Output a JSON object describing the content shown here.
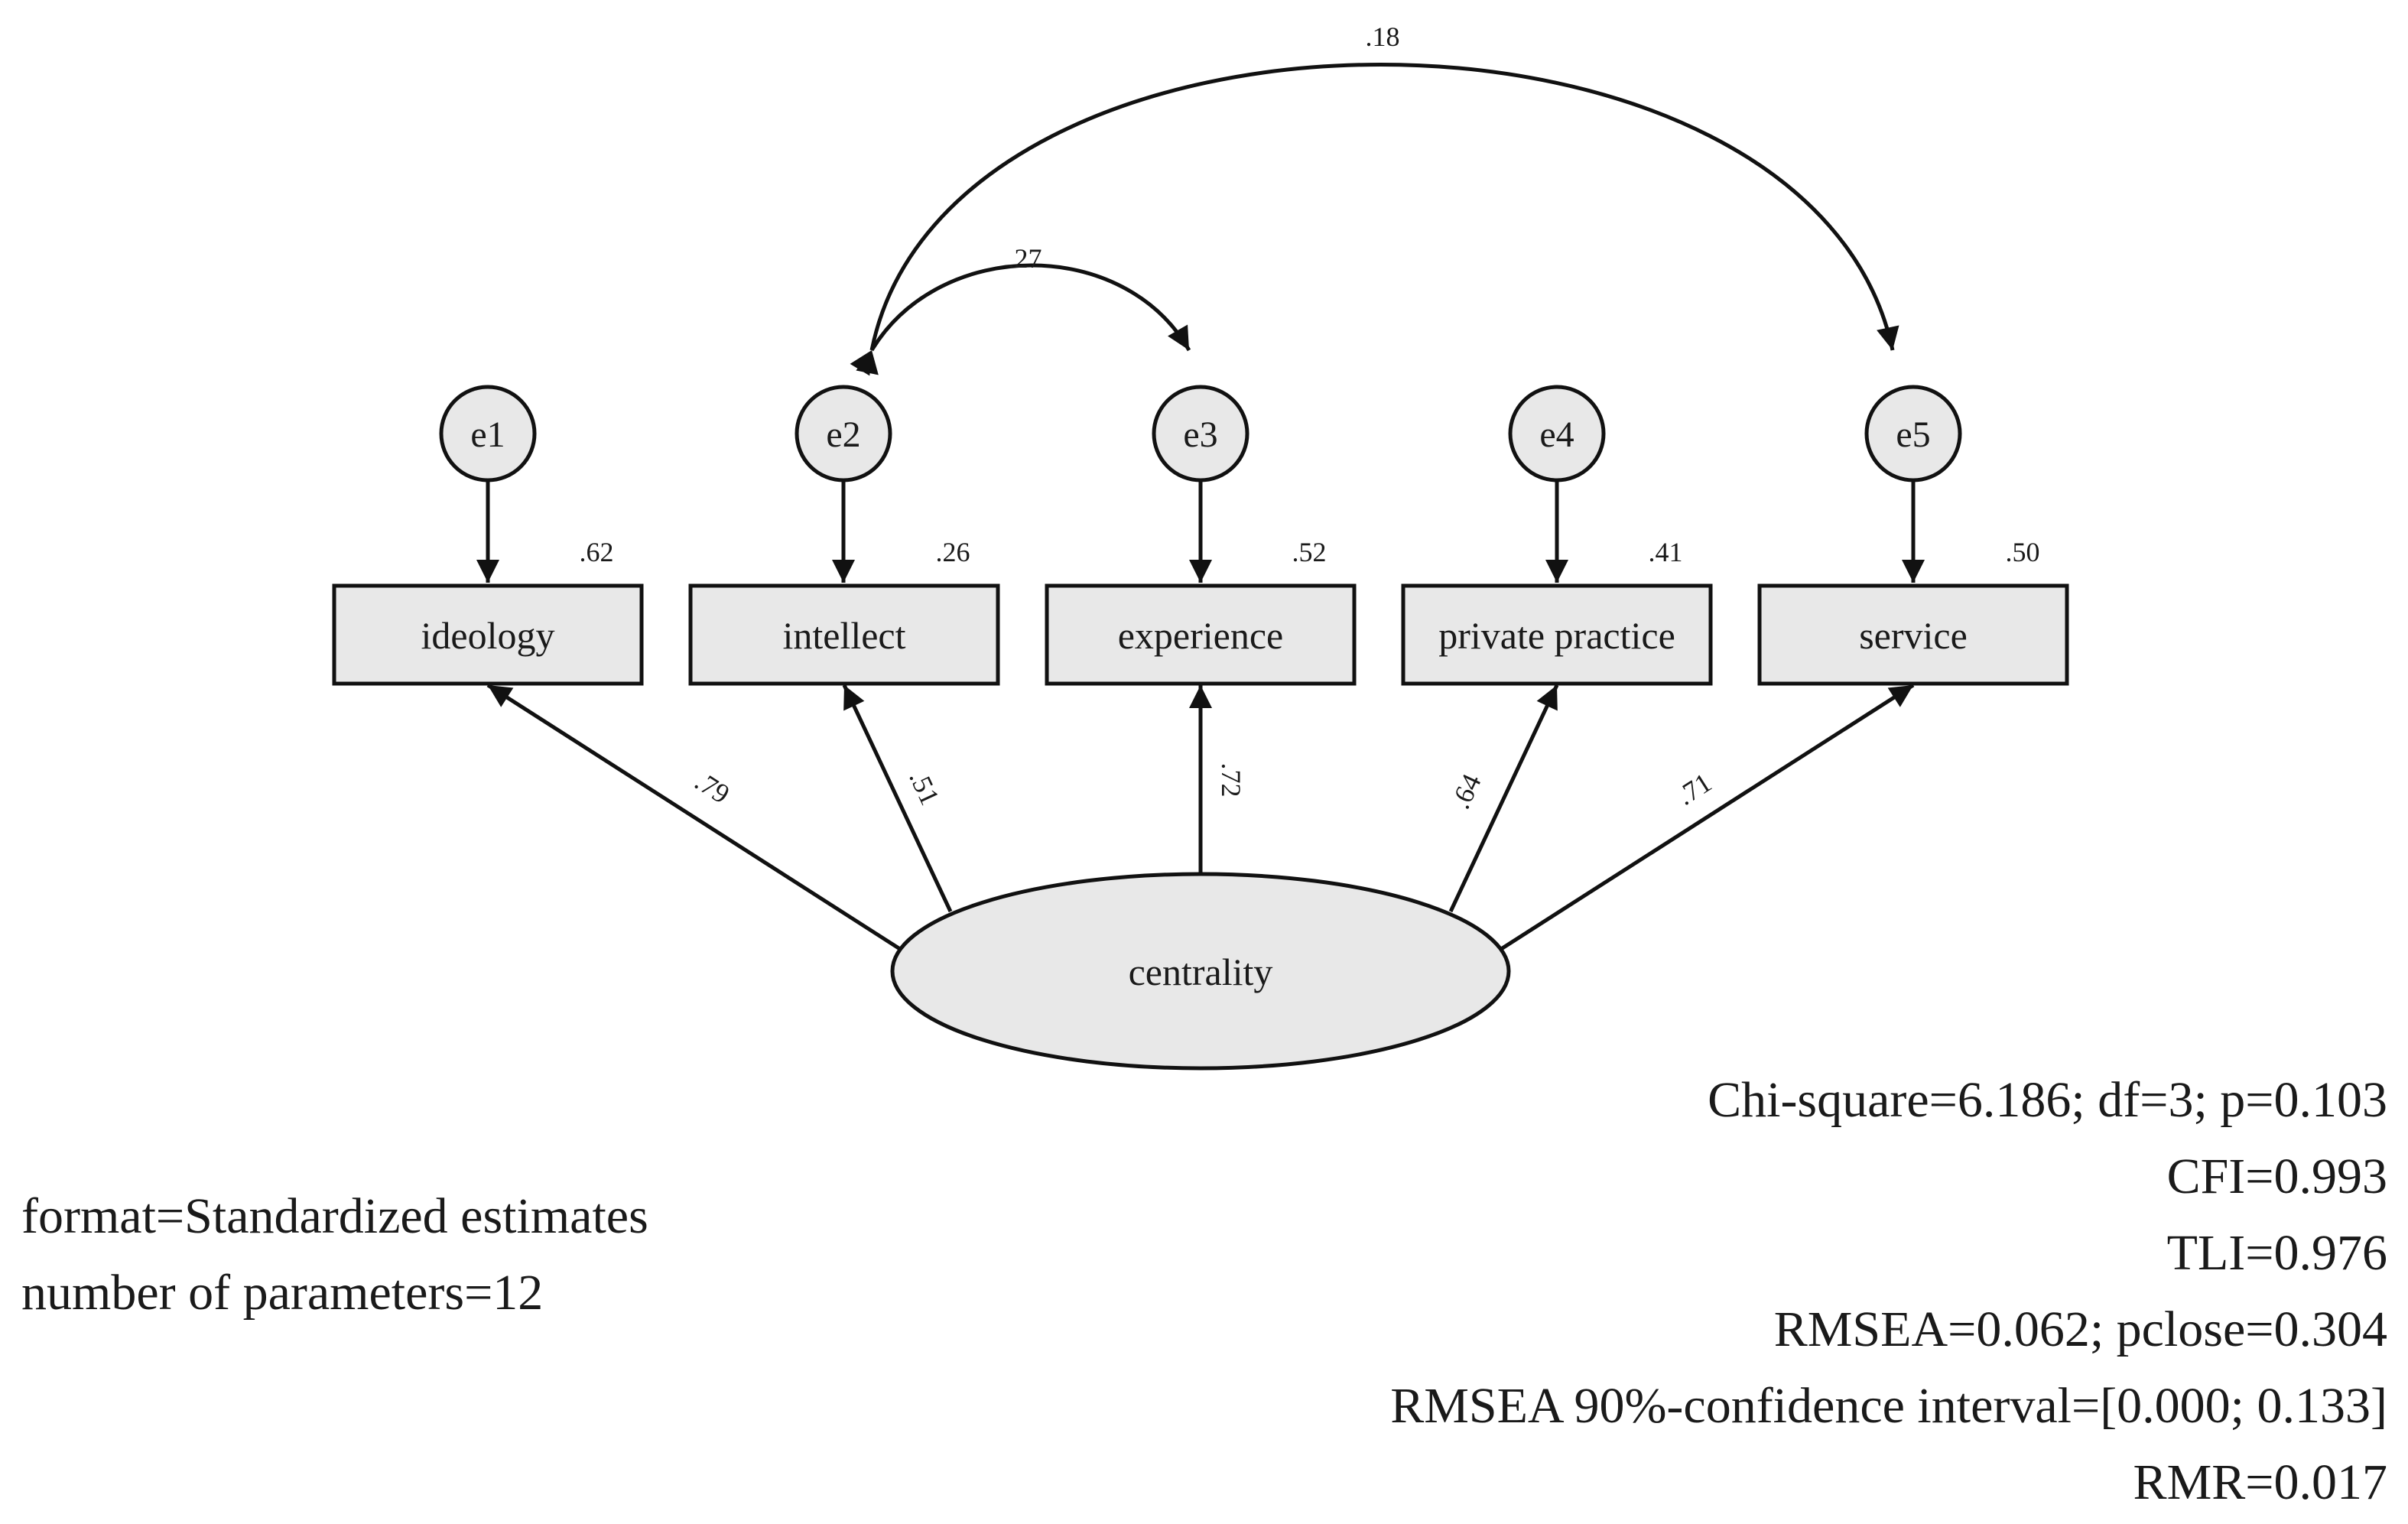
{
  "latent": {
    "label": "centrality"
  },
  "indicators": [
    {
      "id": "ideology",
      "label": "ideology",
      "r2": ".62",
      "loading": ".79",
      "error": "e1"
    },
    {
      "id": "intellect",
      "label": "intellect",
      "r2": ".26",
      "loading": ".51",
      "error": "e2"
    },
    {
      "id": "experience",
      "label": "experience",
      "r2": ".52",
      "loading": ".72",
      "error": "e3"
    },
    {
      "id": "private-practice",
      "label": "private practice",
      "r2": ".41",
      "loading": ".64",
      "error": "e4"
    },
    {
      "id": "service",
      "label": "service",
      "r2": ".50",
      "loading": ".71",
      "error": "e5"
    }
  ],
  "covariances": [
    {
      "from": "e2",
      "to": "e3",
      "value": ".27"
    },
    {
      "from": "e2",
      "to": "e5",
      "value": ".18"
    }
  ],
  "model_info": [
    "format=Standardized estimates",
    "number of parameters=12"
  ],
  "fit_indices": [
    "Chi-square=6.186; df=3; p=0.103",
    "CFI=0.993",
    "TLI=0.976",
    "RMSEA=0.062; pclose=0.304",
    "RMSEA 90%-confidence interval=[0.000; 0.133]",
    "RMR=0.017"
  ],
  "colors": {
    "node_fill": "#e8e8e8",
    "stroke": "#111111",
    "text": "#1a1a1a"
  }
}
